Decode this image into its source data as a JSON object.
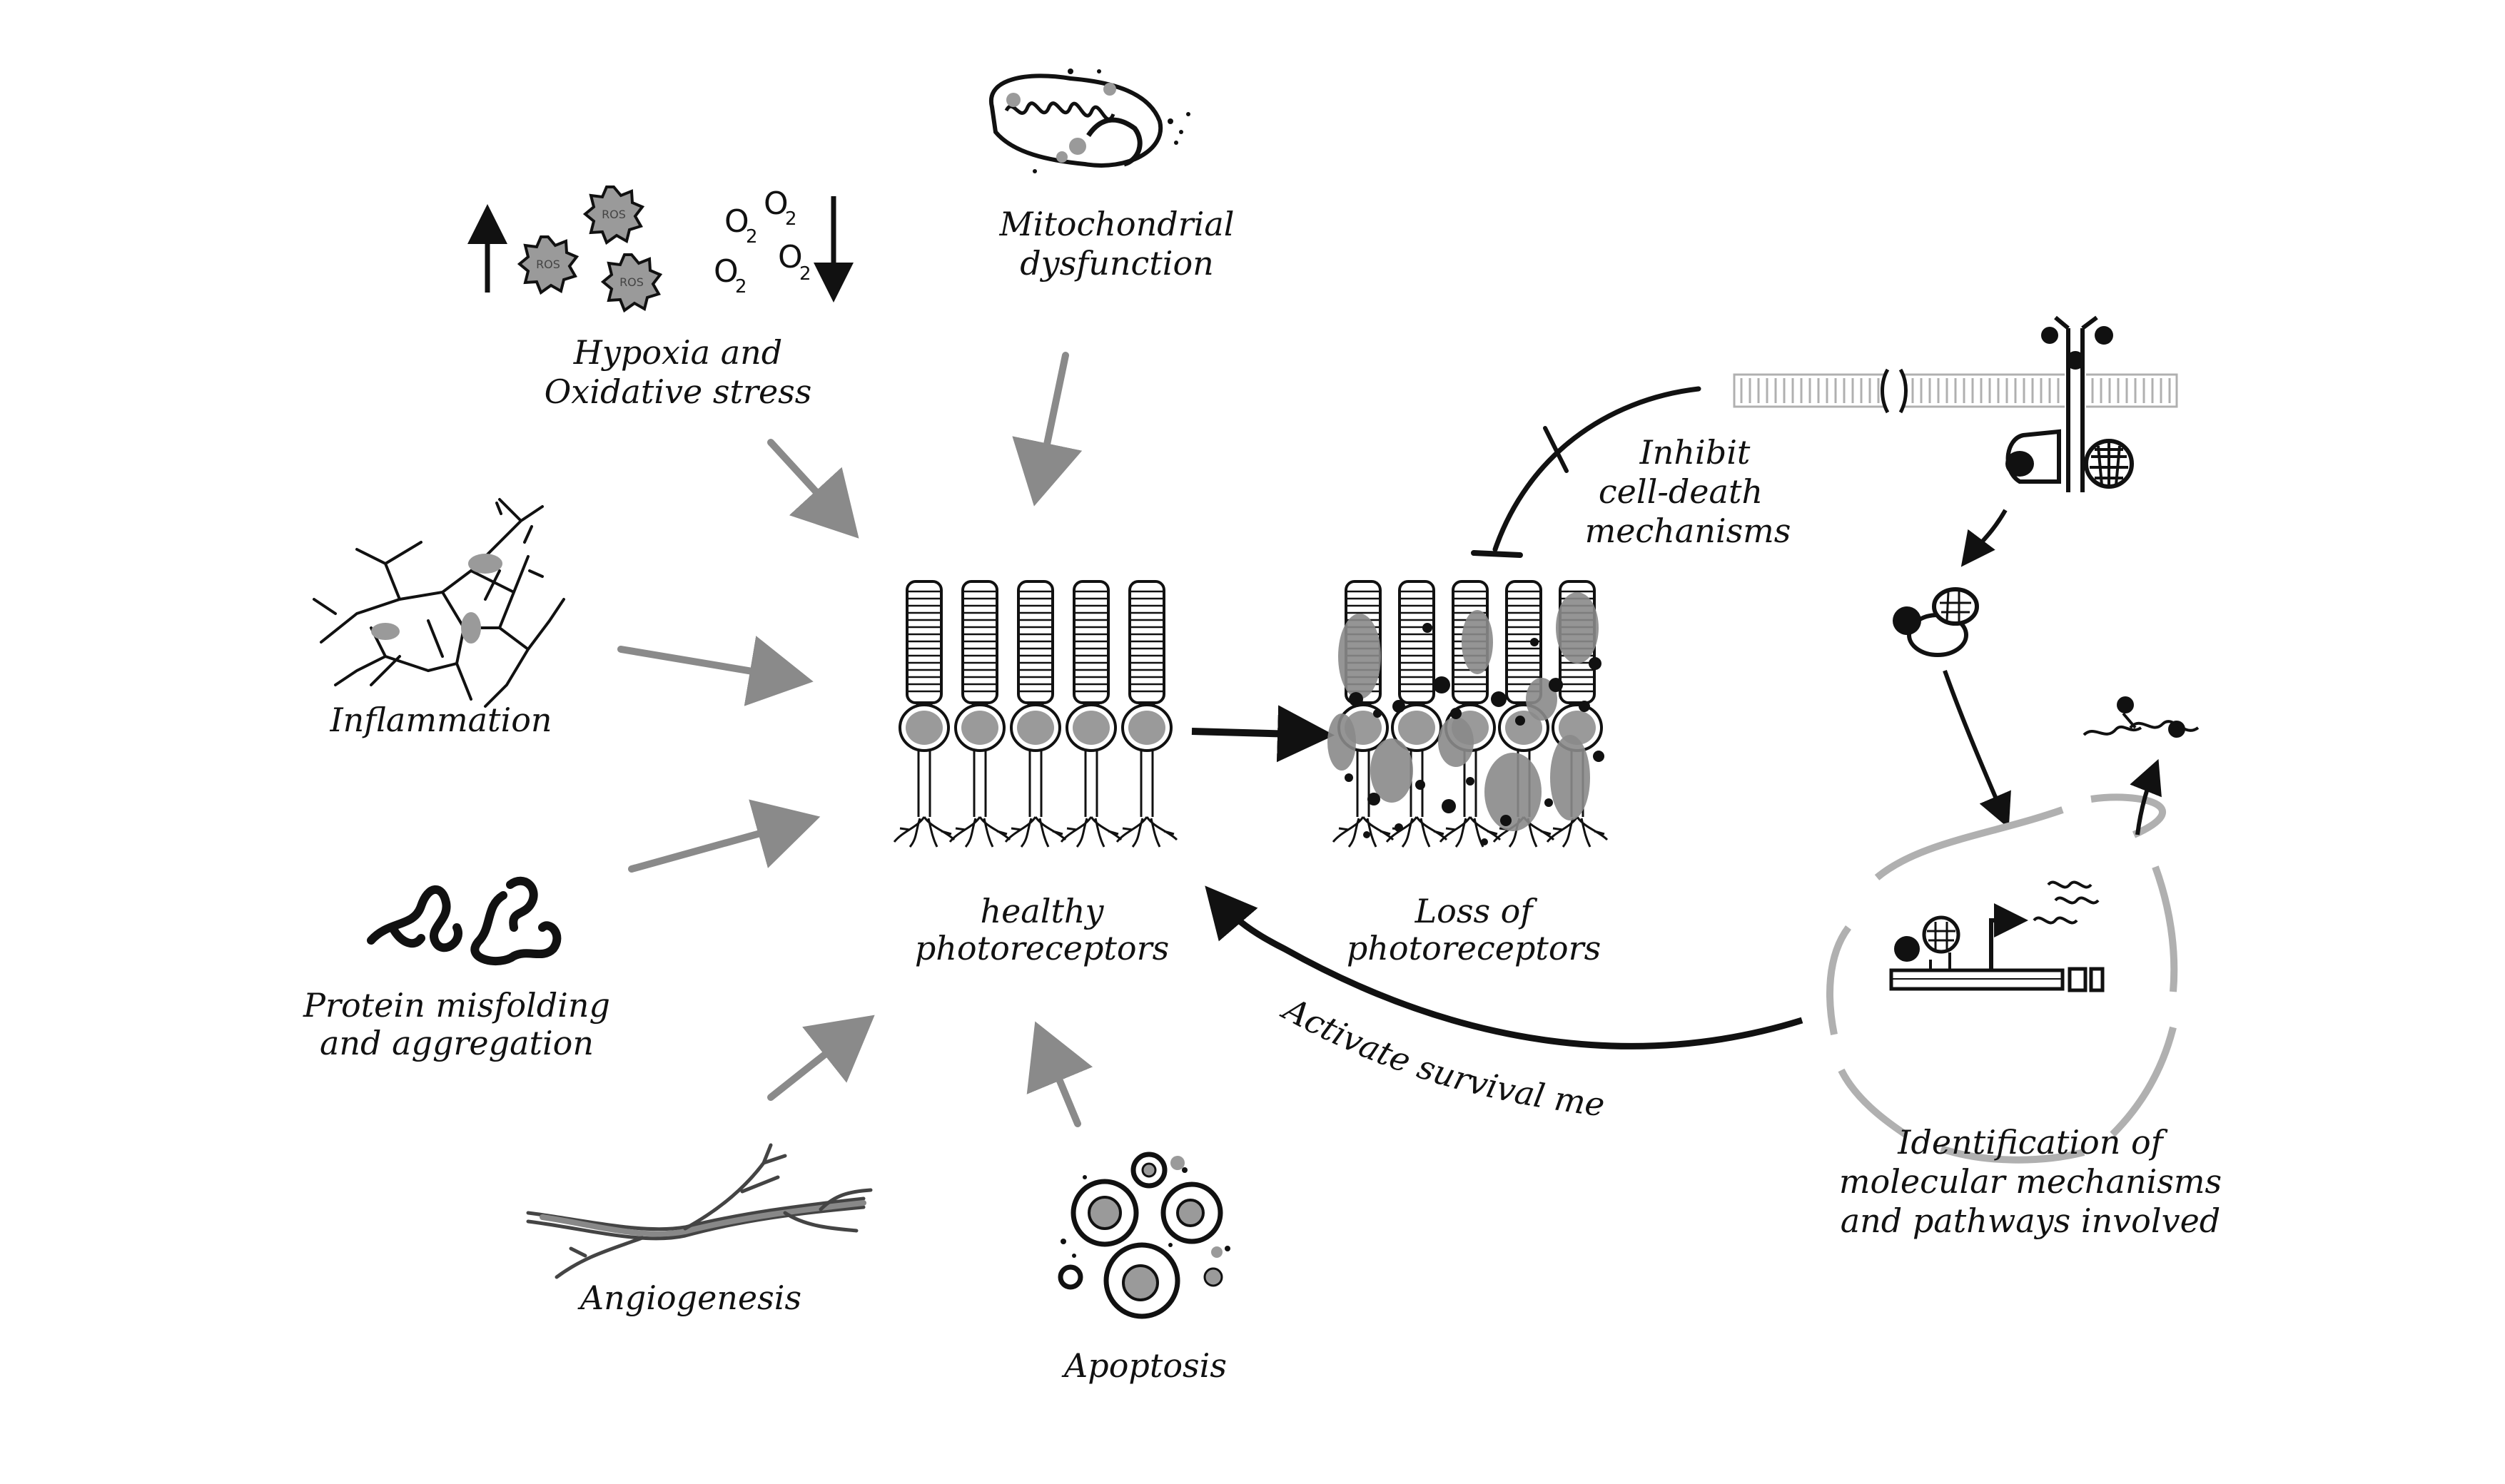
{
  "labels": {
    "mito_l1": "Mitochondrial",
    "mito_l2": "dysfunction",
    "hypoxia_l1": "Hypoxia and",
    "hypoxia_l2": "Oxidative stress",
    "inflammation": "Inflammation",
    "protein_l1": "Protein misfolding",
    "protein_l2": "and aggregation",
    "angiogenesis": "Angiogenesis",
    "apoptosis": "Apoptosis",
    "healthy_l1": "healthy",
    "healthy_l2": "photoreceptors",
    "loss_l1": "Loss of",
    "loss_l2": "photoreceptors",
    "inhibit_l1": "Inhibit",
    "inhibit_l2": "cell-death",
    "inhibit_l3": "mechanisms",
    "activate_text": "Activate survival mechanisms",
    "ident_l1": "Identification of",
    "ident_l2": "molecular mechanisms",
    "ident_l3": "and pathways involved"
  },
  "glyphs": {
    "ros": "ROS",
    "o2": "O",
    "o2_sub": "2"
  },
  "colors": {
    "ink": "#111111",
    "gray_arrow": "#8a8a8a",
    "gray_fill": "#9a9a9a",
    "membrane": "#b0b0b0"
  }
}
